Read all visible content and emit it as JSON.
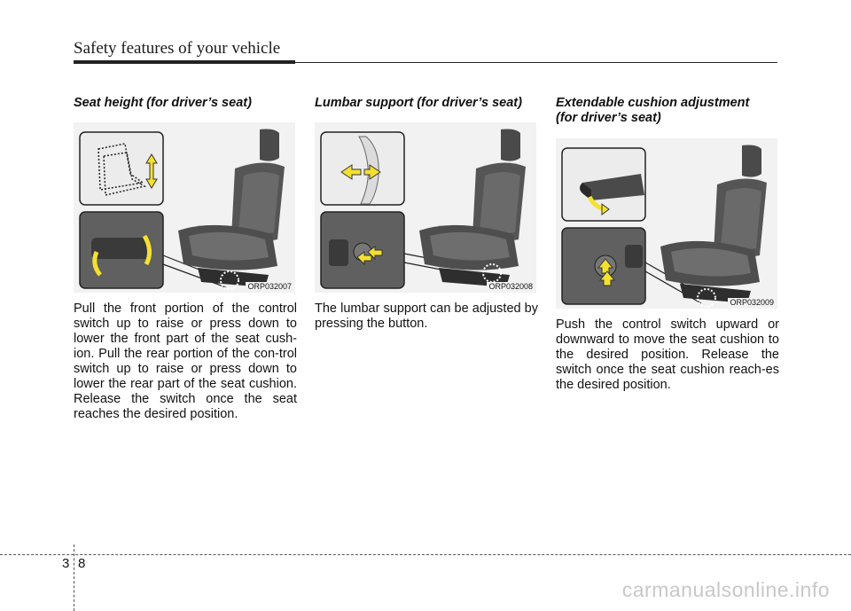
{
  "header": {
    "title": "Safety features of your vehicle"
  },
  "columns": [
    {
      "heading": "Seat height (for driver’s seat)",
      "figure_code": "ORP032007",
      "body": "Pull the front portion of the control switch up to raise or press down to lower the front part of the seat cush-ion. Pull the rear portion of the con-trol switch up to raise or press down to lower the rear part of the seat cushion. Release the switch once the seat reaches the desired position."
    },
    {
      "heading": "Lumbar support (for driver’s seat)",
      "figure_code": "ORP032008",
      "body": "The lumbar support can be adjusted by pressing the button."
    },
    {
      "heading_line1": "Extendable cushion adjustment",
      "heading_line2": "(for driver’s seat)",
      "figure_code": "ORP032009",
      "body": "Push the control switch upward or downward to move the seat cushion to the desired position. Release the switch once the seat cushion reach-es the desired position."
    }
  ],
  "footer": {
    "chapter": "3",
    "page": "8"
  },
  "watermark": "carmanualsonline.info",
  "colors": {
    "arrow": "#f4e030",
    "seat": "#4a4a4a",
    "figure_bg": "#f2f2f2"
  }
}
